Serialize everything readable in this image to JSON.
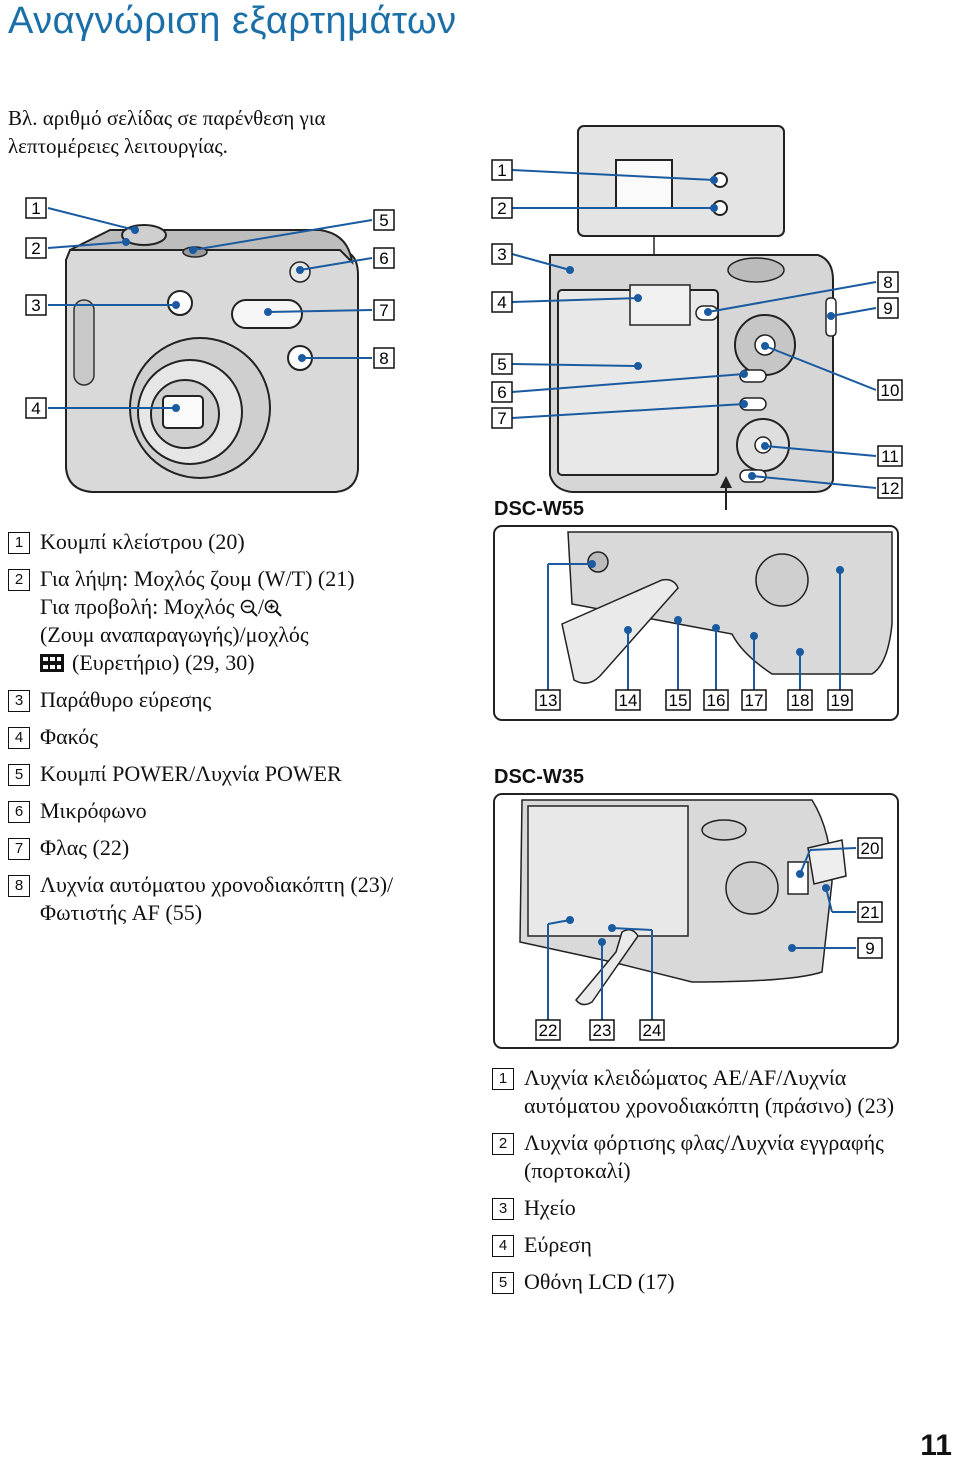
{
  "page": {
    "title": "Αναγνώριση εξαρτημάτων",
    "intro": "Βλ. αριθμό σελίδας σε παρένθεση για λεπτομέρειες λειτουργίας.",
    "page_number": "11"
  },
  "figure_labels": {
    "front": [
      "1",
      "2",
      "3",
      "4",
      "5",
      "6",
      "7",
      "8"
    ],
    "back": [
      "1",
      "2",
      "3",
      "4",
      "5",
      "6",
      "7",
      "8",
      "9",
      "10",
      "11",
      "12"
    ],
    "w55": [
      "13",
      "14",
      "15",
      "16",
      "17",
      "18",
      "19"
    ],
    "w35": [
      "20",
      "21",
      "9",
      "22",
      "23",
      "24"
    ]
  },
  "models": {
    "w55": "DSC-W55",
    "w35": "DSC-W35"
  },
  "left_list": [
    {
      "num": "1",
      "text": "Κουμπί κλείστρου (20)"
    },
    {
      "num": "2",
      "line1": "Για λήψη: Μοχλός ζουμ (W/T) (21)",
      "line2_a": "Για προβολή: Μοχλός",
      "line2_sep": "/",
      "line3": "(Ζουμ αναπαραγωγής)/μοχλός",
      "line4": "(Ευρετήριο) (29, 30)"
    },
    {
      "num": "3",
      "text": "Παράθυρο εύρεσης"
    },
    {
      "num": "4",
      "text": "Φακός"
    },
    {
      "num": "5",
      "text": "Κουμπί POWER/Λυχνία POWER"
    },
    {
      "num": "6",
      "text": "Μικρόφωνο"
    },
    {
      "num": "7",
      "text": "Φλας (22)"
    },
    {
      "num": "8",
      "text": "Λυχνία αυτόματου χρονοδιακόπτη (23)/Φωτιστής AF (55)"
    }
  ],
  "right_list": [
    {
      "num": "1",
      "text": "Λυχνία κλειδώματος AE/AF/Λυχνία αυτόματου χρονοδιακόπτη (πράσινο) (23)"
    },
    {
      "num": "2",
      "text": "Λυχνία φόρτισης φλας/Λυχνία εγγραφής (πορτοκαλί)"
    },
    {
      "num": "3",
      "text": "Ηχείο"
    },
    {
      "num": "4",
      "text": "Εύρεση"
    },
    {
      "num": "5",
      "text": "Οθόνη LCD (17)"
    }
  ]
}
